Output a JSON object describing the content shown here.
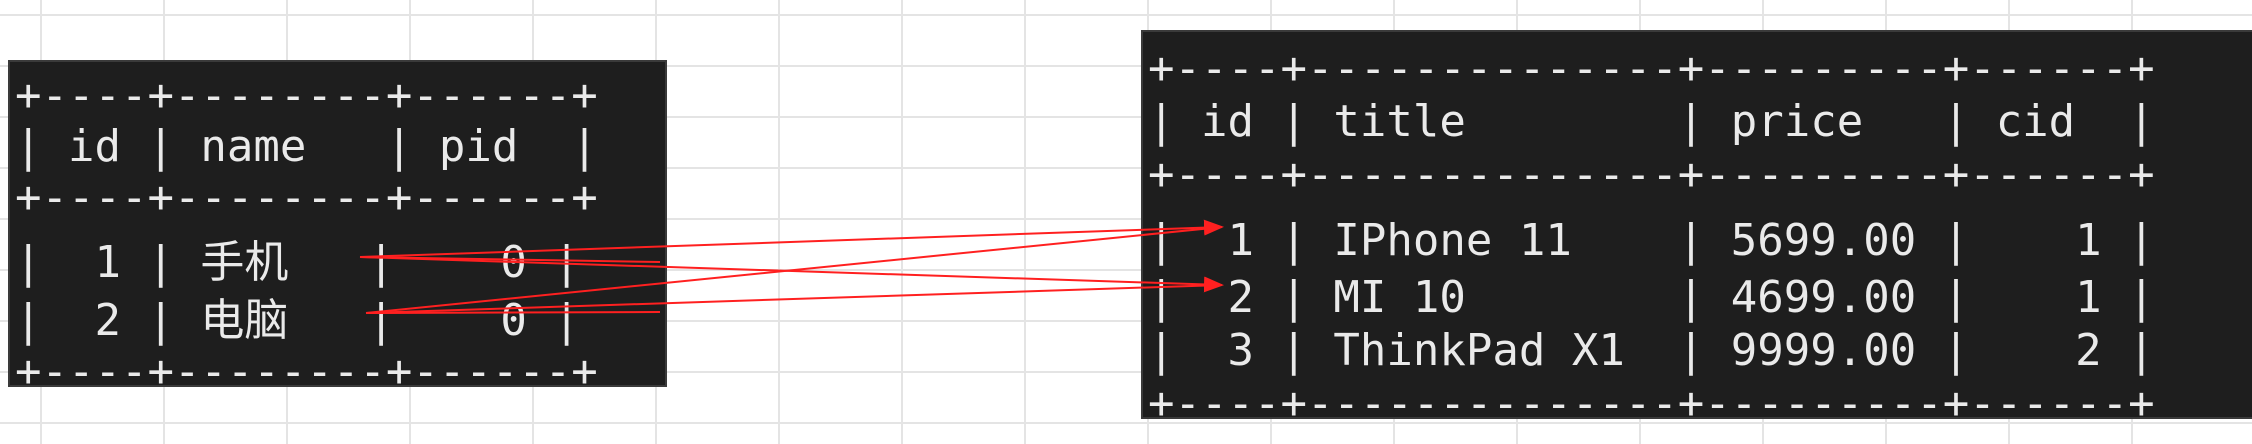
{
  "left_table": {
    "border_top": "+----+--------+------+",
    "header": "| id | name   | pid  |",
    "border_mid": "+----+--------+------+",
    "rows": [
      "|  1 | 手机   |    0 |",
      "|  2 | 电脑   |    0 |"
    ],
    "border_bottom": "+----+--------+------+"
  },
  "right_table": {
    "border_top": "+----+--------------+---------+------+",
    "header": "| id | title        | price   | cid  |",
    "border_mid": "+----+--------------+---------+------+",
    "rows": [
      "|  1 | IPhone 11    | 5699.00 |    1 |",
      "|  2 | MI 10        | 4699.00 |    1 |",
      "|  3 | ThinkPad X1  | 9999.00 |    2 |"
    ],
    "border_bottom": "+----+--------------+---------+------+"
  },
  "arrow_color": "#ff2020"
}
